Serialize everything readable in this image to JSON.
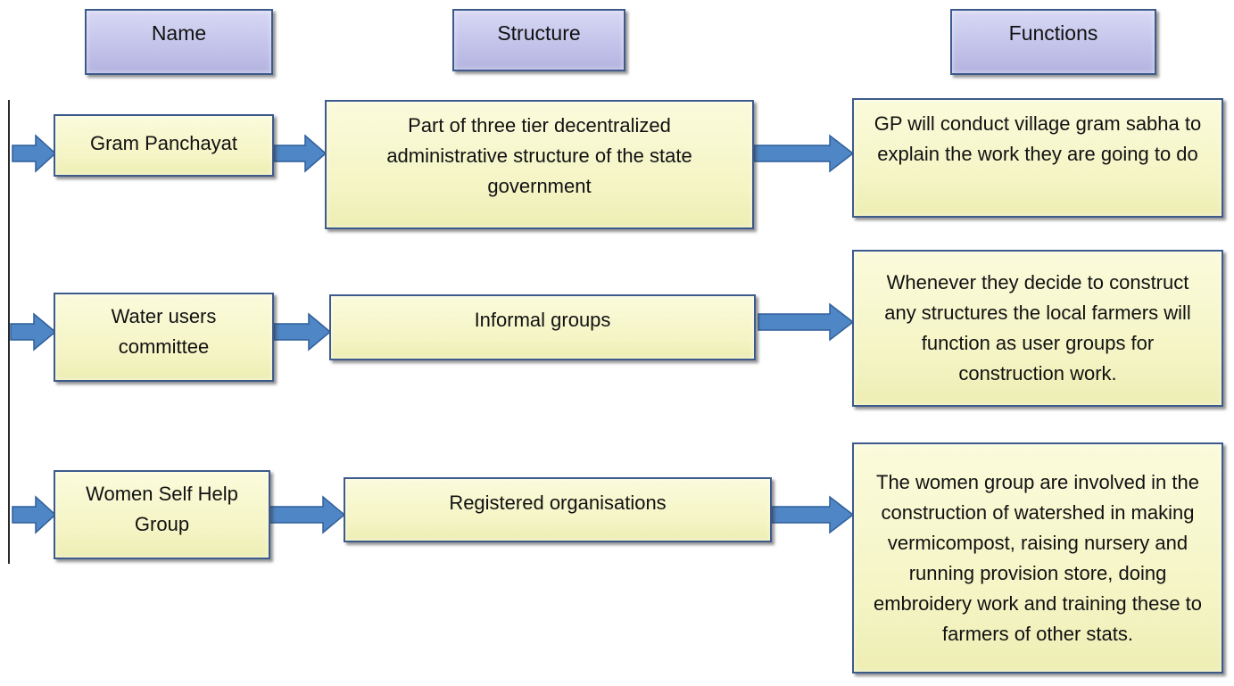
{
  "headers": {
    "name": "Name",
    "structure": "Structure",
    "functions": "Functions"
  },
  "rows": [
    {
      "name": "Gram Panchayat",
      "structure": "Part of three tier decentralized administrative structure of the state government",
      "function": "GP will conduct village gram sabha to explain the work they are going to do"
    },
    {
      "name": "Water users committee",
      "structure": "Informal groups",
      "function": "Whenever they decide to construct any structures the local farmers will function as user groups for construction work."
    },
    {
      "name": "Women Self Help Group",
      "structure": "Registered organisations",
      "function": "The women group are involved in the construction of watershed in making vermicompost, raising nursery and running provision store, doing embroidery work and training these to farmers of other stats."
    }
  ],
  "colors": {
    "header_fill": "#c2c2ea",
    "cell_fill": "#f4f4c4",
    "border": "#3c5a8c",
    "arrow_fill": "#4f86c6"
  }
}
